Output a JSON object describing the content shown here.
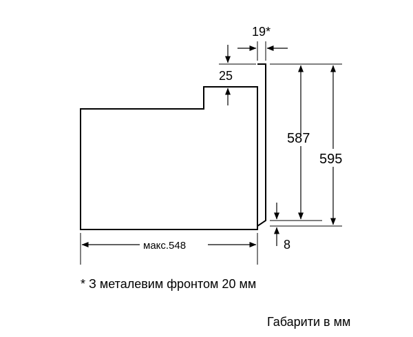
{
  "dimensions": {
    "front_thickness": "19*",
    "step_height": "25",
    "inner_height": "587",
    "total_height": "595",
    "bottom_offset": "8",
    "max_depth": "макс.548"
  },
  "footnote": "* З металевим фронтом 20 мм",
  "units_caption": "Габарити в мм",
  "colors": {
    "line": "#000000",
    "background": "#ffffff"
  }
}
